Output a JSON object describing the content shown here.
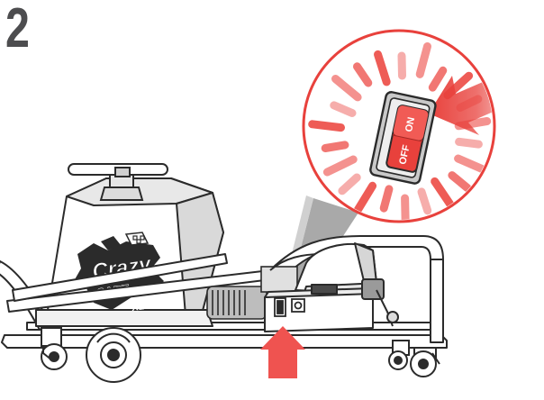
{
  "step": {
    "number": "2"
  },
  "switch": {
    "on_label": "ON",
    "off_label": "OFF"
  },
  "logo": {
    "main": "Crazy",
    "sub": "CART",
    "badge": "XL"
  },
  "colors": {
    "outline": "#2b2b2b",
    "accent_red": "#e8413c",
    "burst_red": "#ec4a44",
    "step_gray": "#4d4d4f",
    "metal_gray": "#9a9a9a"
  },
  "icons": [
    "magnifier-callout",
    "press-arrow",
    "indicator-up-arrow",
    "rocker-switch"
  ]
}
